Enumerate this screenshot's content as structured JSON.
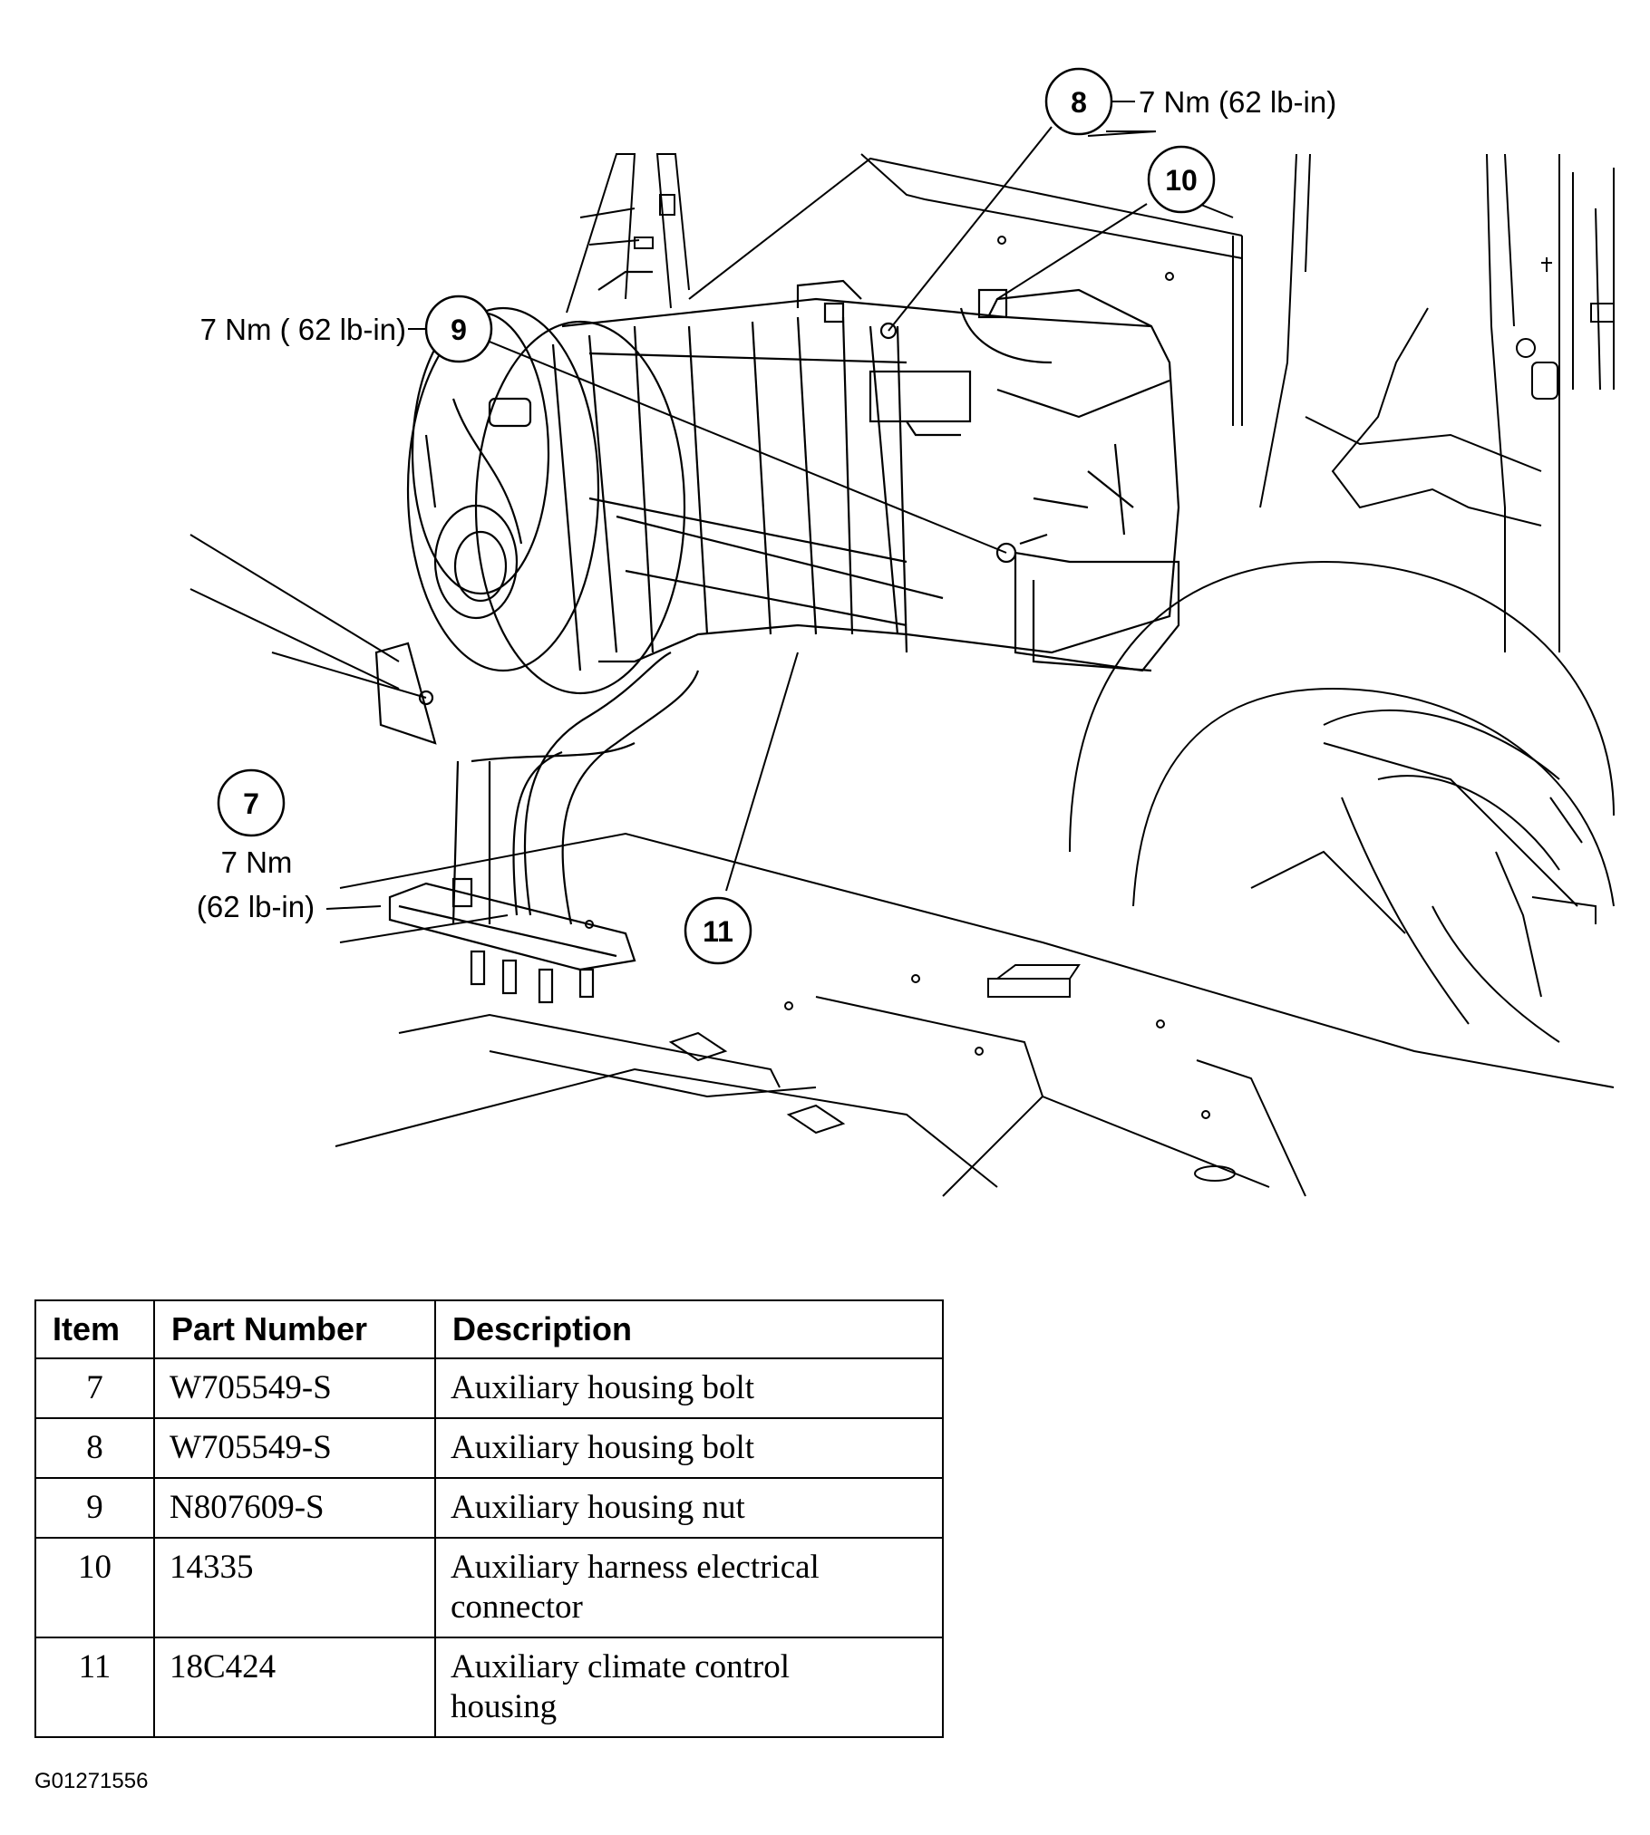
{
  "callouts": [
    {
      "number": "8",
      "torque": "7 Nm (62 lb-in)"
    },
    {
      "number": "10"
    },
    {
      "number": "9",
      "torque": "7 Nm ( 62 lb-in)"
    },
    {
      "number": "7",
      "torque_line1": "7 Nm",
      "torque_line2": "(62 lb-in)"
    },
    {
      "number": "11"
    }
  ],
  "table": {
    "headers": [
      "Item",
      "Part Number",
      "Description"
    ],
    "rows": [
      {
        "item": "7",
        "part": "W705549-S",
        "desc_line1": "Auxiliary housing bolt",
        "desc_line2": ""
      },
      {
        "item": "8",
        "part": "W705549-S",
        "desc_line1": "Auxiliary housing bolt",
        "desc_line2": ""
      },
      {
        "item": "9",
        "part": "N807609-S",
        "desc_line1": "Auxiliary housing nut",
        "desc_line2": ""
      },
      {
        "item": "10",
        "part": "14335",
        "desc_line1": "Auxiliary harness electrical",
        "desc_line2": "connector"
      },
      {
        "item": "11",
        "part": "18C424",
        "desc_line1": "Auxiliary climate control",
        "desc_line2": "housing"
      }
    ]
  },
  "figure_id": "G01271556"
}
